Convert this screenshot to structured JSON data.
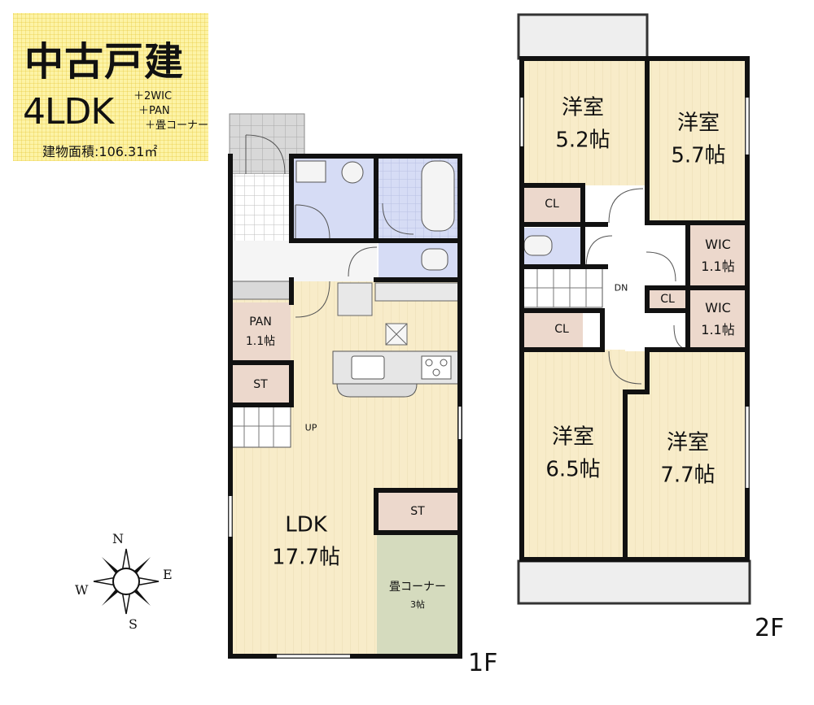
{
  "header": {
    "title": "中古戸建",
    "layout": "4LDK",
    "extras": [
      "＋2WIC",
      "＋PAN",
      "＋畳コーナー"
    ],
    "area": "建物面積:106.31㎡"
  },
  "floor1": {
    "label": "1F",
    "rooms": {
      "ldk": {
        "name": "LDK",
        "size": "17.7帖"
      },
      "pan": {
        "name": "PAN",
        "size": "1.1帖"
      },
      "st_stair": "ST",
      "up": "UP",
      "st": "ST",
      "tatami": {
        "name": "畳コーナー",
        "size": "3帖"
      }
    }
  },
  "floor2": {
    "label": "2F",
    "rooms": {
      "r1": {
        "name": "洋室",
        "size": "5.2帖"
      },
      "r2": {
        "name": "洋室",
        "size": "5.7帖"
      },
      "r3": {
        "name": "洋室",
        "size": "6.5帖"
      },
      "r4": {
        "name": "洋室",
        "size": "7.7帖"
      },
      "wic1": {
        "name": "WIC",
        "size": "1.1帖"
      },
      "wic2": {
        "name": "WIC",
        "size": "1.1帖"
      },
      "cl1": "CL",
      "cl2": "CL",
      "cl3": "CL",
      "dn": "DN"
    }
  },
  "compass": {
    "n": "N",
    "e": "E",
    "s": "S",
    "w": "W"
  },
  "colors": {
    "wood": "#f8ecc9",
    "closet": "#ecd8cc",
    "wet": "#d6dcf5",
    "tatami": "#d5dbbe",
    "balcony": "#eeeeee",
    "tile": "#c6c6c6",
    "wall": "#111111",
    "title_bg": "#fdf3a6"
  }
}
